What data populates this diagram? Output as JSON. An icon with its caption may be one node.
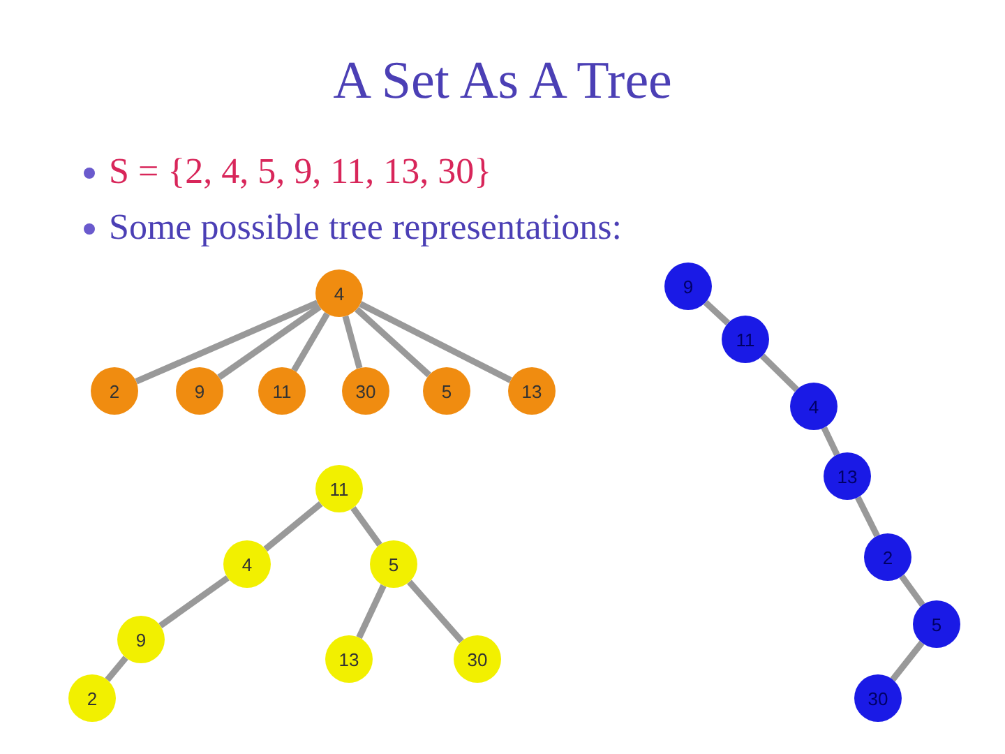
{
  "diagram": {
    "title": "A Set As A Tree",
    "labels": [
      "S = {2, 4, 5, 9, 11, 13, 30}",
      "Some possible tree representations:"
    ],
    "nodes": [
      {
        "text": [
          "4"
        ]
      },
      {
        "text": [
          "2"
        ]
      },
      {
        "text": [
          "9"
        ]
      },
      {
        "text": [
          "11"
        ]
      },
      {
        "text": [
          "30"
        ]
      },
      {
        "text": [
          "5"
        ]
      },
      {
        "text": [
          "13"
        ]
      },
      {
        "text": [
          "11"
        ]
      },
      {
        "text": [
          "4"
        ]
      },
      {
        "text": [
          "5"
        ]
      },
      {
        "text": [
          "9"
        ]
      },
      {
        "text": [
          "13"
        ]
      },
      {
        "text": [
          "30"
        ]
      },
      {
        "text": [
          "2"
        ]
      },
      {
        "text": [
          "9"
        ]
      },
      {
        "text": [
          "11"
        ]
      },
      {
        "text": [
          "4"
        ]
      },
      {
        "text": [
          "13"
        ]
      },
      {
        "text": [
          "2"
        ]
      },
      {
        "text": [
          "5"
        ]
      },
      {
        "text": [
          "30"
        ]
      }
    ],
    "edges": [
      {
        "from": 0,
        "to": 1,
        "arrow": "none"
      },
      {
        "from": 0,
        "to": 2,
        "arrow": "none"
      },
      {
        "from": 0,
        "to": 3,
        "arrow": "none"
      },
      {
        "from": 0,
        "to": 4,
        "arrow": "none"
      },
      {
        "from": 0,
        "to": 5,
        "arrow": "none"
      },
      {
        "from": 0,
        "to": 6,
        "arrow": "none"
      },
      {
        "from": 7,
        "to": 8,
        "arrow": "none"
      },
      {
        "from": 7,
        "to": 9,
        "arrow": "none"
      },
      {
        "from": 8,
        "to": 10,
        "arrow": "none"
      },
      {
        "from": 9,
        "to": 11,
        "arrow": "none"
      },
      {
        "from": 9,
        "to": 12,
        "arrow": "none"
      },
      {
        "from": 10,
        "to": 13,
        "arrow": "none"
      },
      {
        "from": 14,
        "to": 15,
        "arrow": "none"
      },
      {
        "from": 15,
        "to": 16,
        "arrow": "none"
      },
      {
        "from": 16,
        "to": 17,
        "arrow": "none"
      },
      {
        "from": 17,
        "to": 18,
        "arrow": "none"
      },
      {
        "from": 18,
        "to": 19,
        "arrow": "none"
      },
      {
        "from": 19,
        "to": 20,
        "arrow": "none"
      }
    ]
  }
}
